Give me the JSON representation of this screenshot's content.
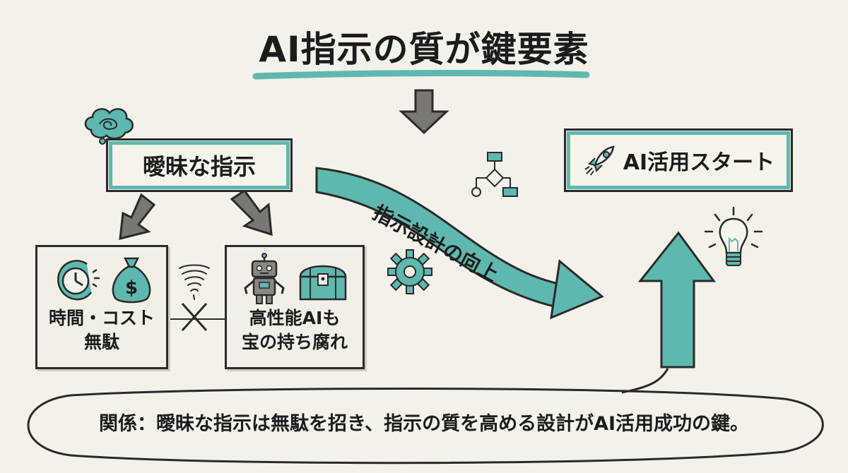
{
  "title": "AI指示の質が鍵要素",
  "vague_instruction": "曖昧な指示",
  "ai_start": "AI活用スタート",
  "instruction_design": "指示設計の向上",
  "panel_left": {
    "line1": "時間・コスト",
    "line2": "無駄"
  },
  "panel_right": {
    "line1": "高性能AIも",
    "line2": "宝の持ち腐れ"
  },
  "relation": "関係：曖昧な指示は無駄を招き、指示の質を高める設計がAI活用成功の鍵。",
  "colors": {
    "accent": "#5fb8ae",
    "arrow_gray": "#7a7672",
    "ink": "#1c1c1c",
    "background": "#f4f1ea"
  },
  "icons": [
    "thought-cloud-icon",
    "rocket-icon",
    "clock-icon",
    "money-bag-icon",
    "robot-icon",
    "treasure-chest-icon",
    "tornado-icon",
    "gear-icon",
    "flowchart-icon",
    "lightbulb-icon"
  ]
}
